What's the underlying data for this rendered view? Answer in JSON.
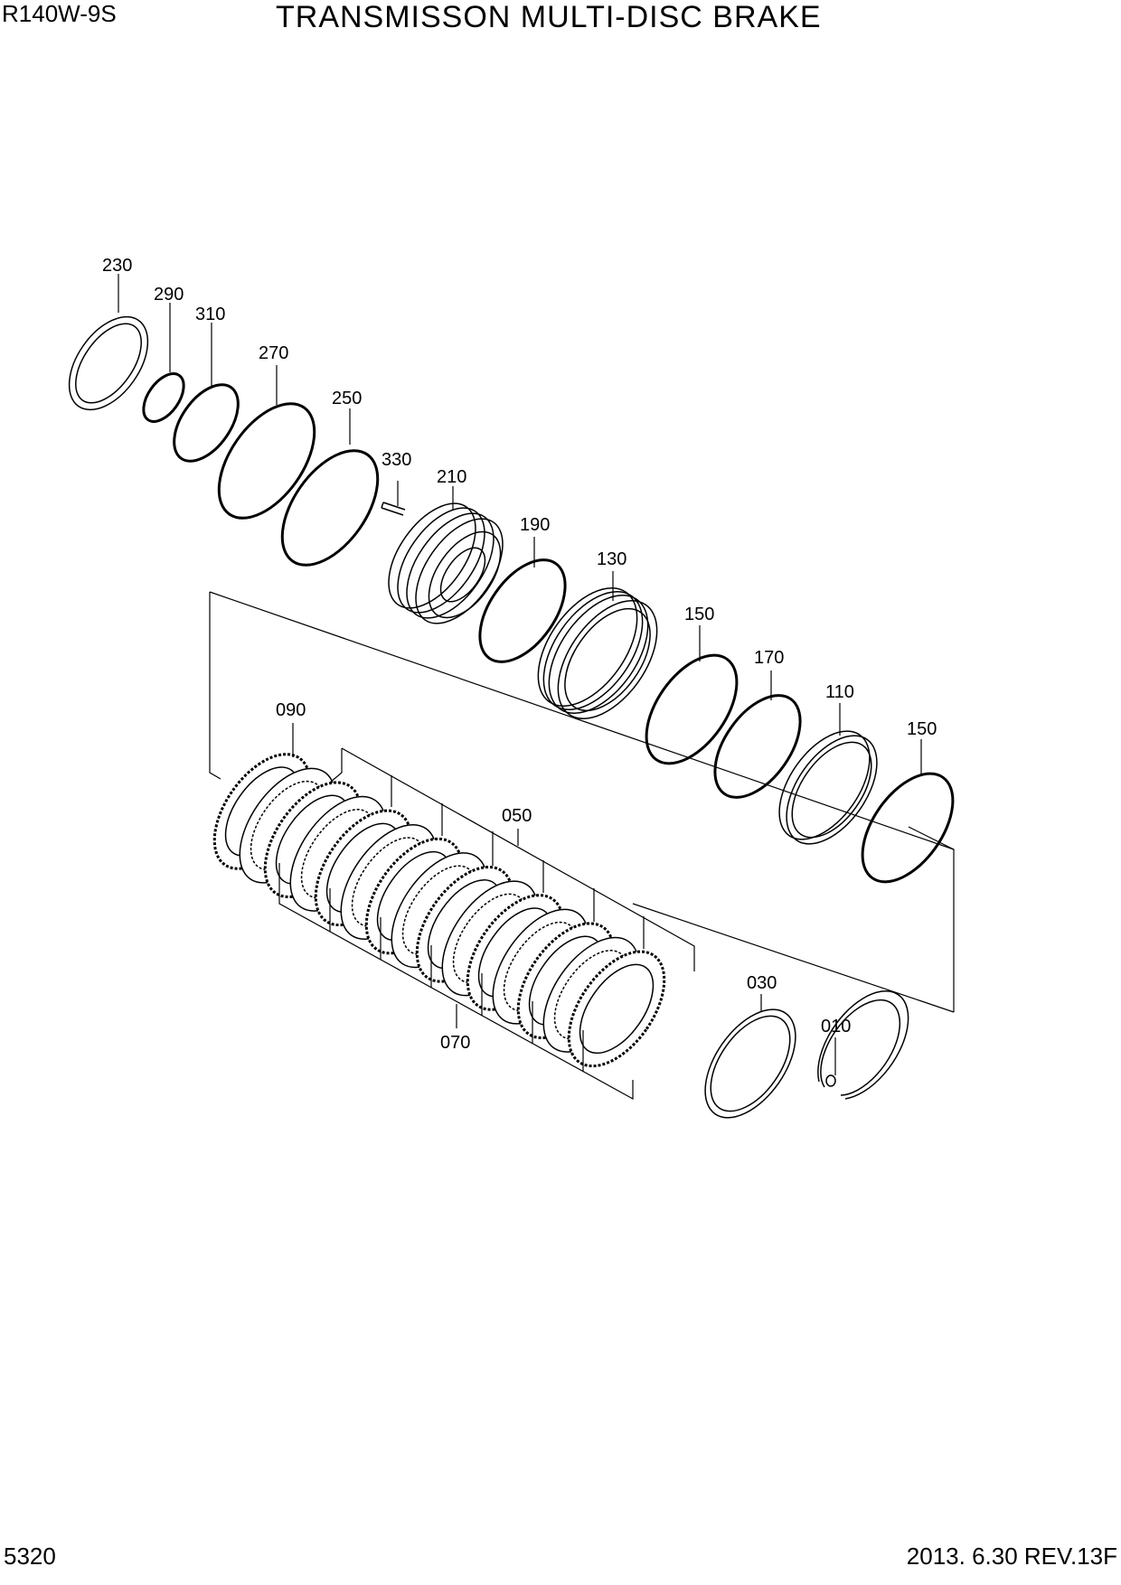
{
  "header": {
    "model": "R140W-9S",
    "title": "TRANSMISSON MULTI-DISC BRAKE"
  },
  "footer": {
    "page_number": "5320",
    "revision": "2013. 6.30  REV.13F"
  },
  "callouts": {
    "p230": "230",
    "p290": "290",
    "p310": "310",
    "p270": "270",
    "p250": "250",
    "p330": "330",
    "p210": "210",
    "p190": "190",
    "p130": "130",
    "p150a": "150",
    "p170": "170",
    "p110": "110",
    "p150b": "150",
    "p090": "090",
    "p050": "050",
    "p070": "070",
    "p030": "030",
    "p010": "010"
  }
}
